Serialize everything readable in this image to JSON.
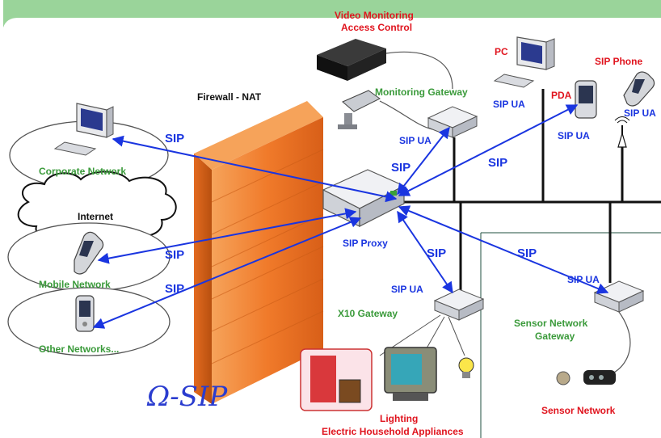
{
  "header": {
    "bar_color": "#9ad49a"
  },
  "labels": {
    "firewall": "Firewall - NAT",
    "internet": "Internet",
    "corporate_network": "Corporate Network",
    "mobile_network": "Mobile Network",
    "other_networks": "Other Networks...",
    "video_monitoring": "Video Monitoring",
    "access_control": "Access Control",
    "monitoring_gateway": "Monitoring Gateway",
    "pc": "PC",
    "pda": "PDA",
    "sip_phone": "SIP Phone",
    "sip_proxy": "SIP Proxy",
    "x10_gateway": "X10 Gateway",
    "sensor_gateway_line1": "Sensor Network",
    "sensor_gateway_line2": "Gateway",
    "sensor_network": "Sensor Network",
    "lighting": "Lighting",
    "appliances": "Electric Household Appliances",
    "logo": "Ω-SIP"
  },
  "sip_labels": {
    "corporate": "SIP",
    "proxy_top": "SIP",
    "pda_link": "SIP",
    "mobile": "SIP",
    "other": "SIP",
    "x10_link": "SIP",
    "sensor_link": "SIP"
  },
  "ua_labels": {
    "monitoring": "SIP UA",
    "pc": "SIP UA",
    "pda": "SIP UA",
    "phone": "SIP UA",
    "x10": "SIP UA",
    "sensor": "SIP UA"
  },
  "colors": {
    "sip_blue": "#1a35e0",
    "label_red": "#e0141e",
    "label_green": "#3a9a3a",
    "firewall_orange": "#f07a2a"
  }
}
